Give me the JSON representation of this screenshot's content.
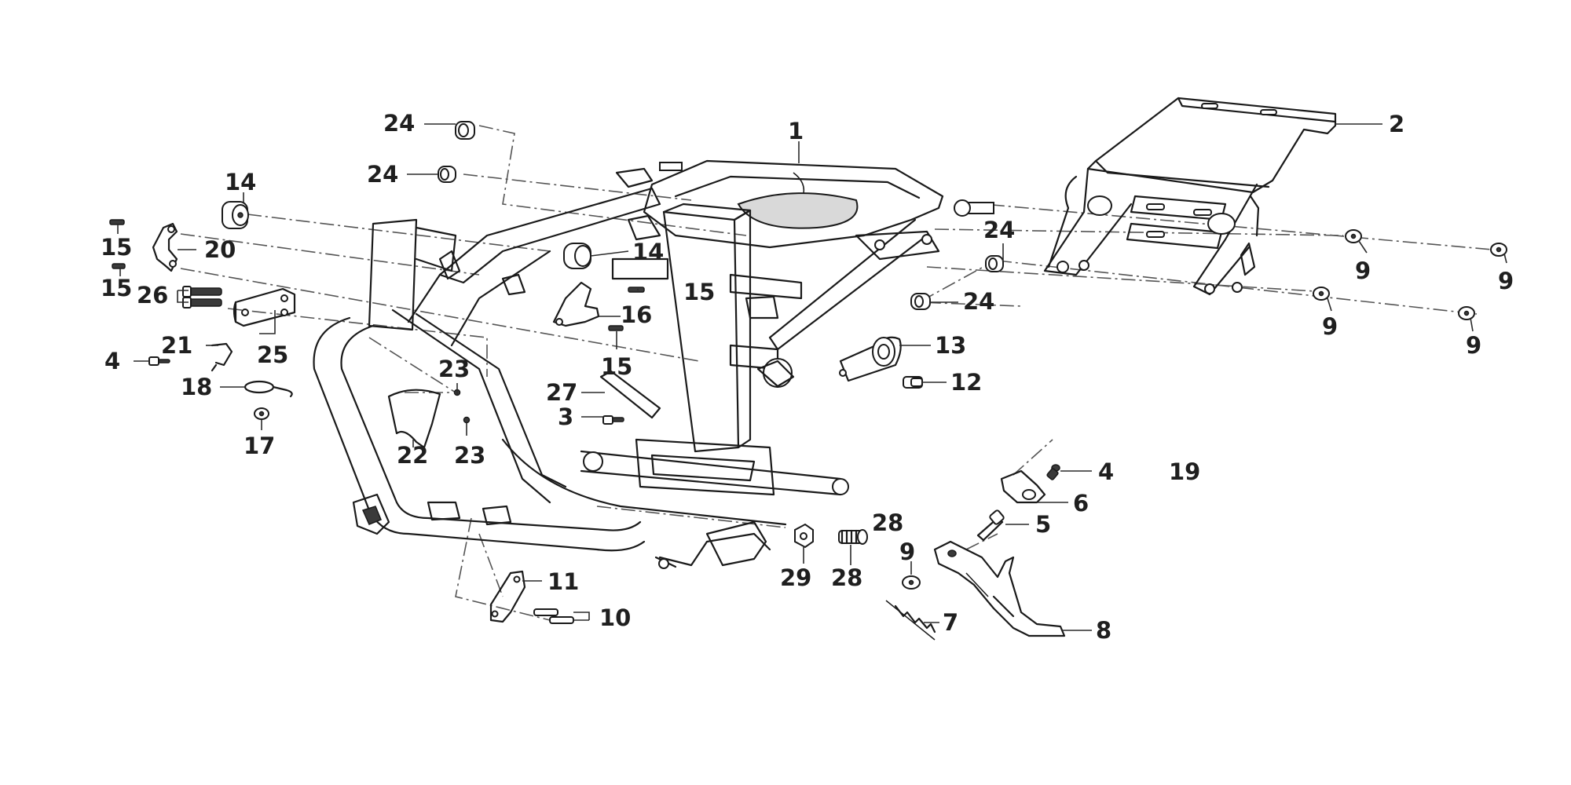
{
  "callouts": {
    "c1": "1",
    "c2": "2",
    "c3": "3",
    "c4a": "4",
    "c4b": "4",
    "c5": "5",
    "c6": "6",
    "c7": "7",
    "c8": "8",
    "c9a": "9",
    "c9b": "9",
    "c9c": "9",
    "c9d": "9",
    "c9e": "9",
    "c10": "10",
    "c11": "11",
    "c12": "12",
    "c13": "13",
    "c14a": "14",
    "c14b": "14",
    "c15a": "15",
    "c15b": "15",
    "c15c": "15",
    "c15d": "15",
    "c16": "16",
    "c17": "17",
    "c18": "18",
    "c19": "19",
    "c20": "20",
    "c21": "21",
    "c22": "22",
    "c23a": "23",
    "c23b": "23",
    "c24a": "24",
    "c24b": "24",
    "c24c": "24",
    "c24d": "24",
    "c25": "25",
    "c26": "26",
    "c27": "27",
    "c28a": "28",
    "c28b": "28",
    "c29": "29"
  },
  "colors": {
    "line": "#1a1a1a",
    "background": "#ffffff",
    "shade": "#d9d9d9"
  }
}
